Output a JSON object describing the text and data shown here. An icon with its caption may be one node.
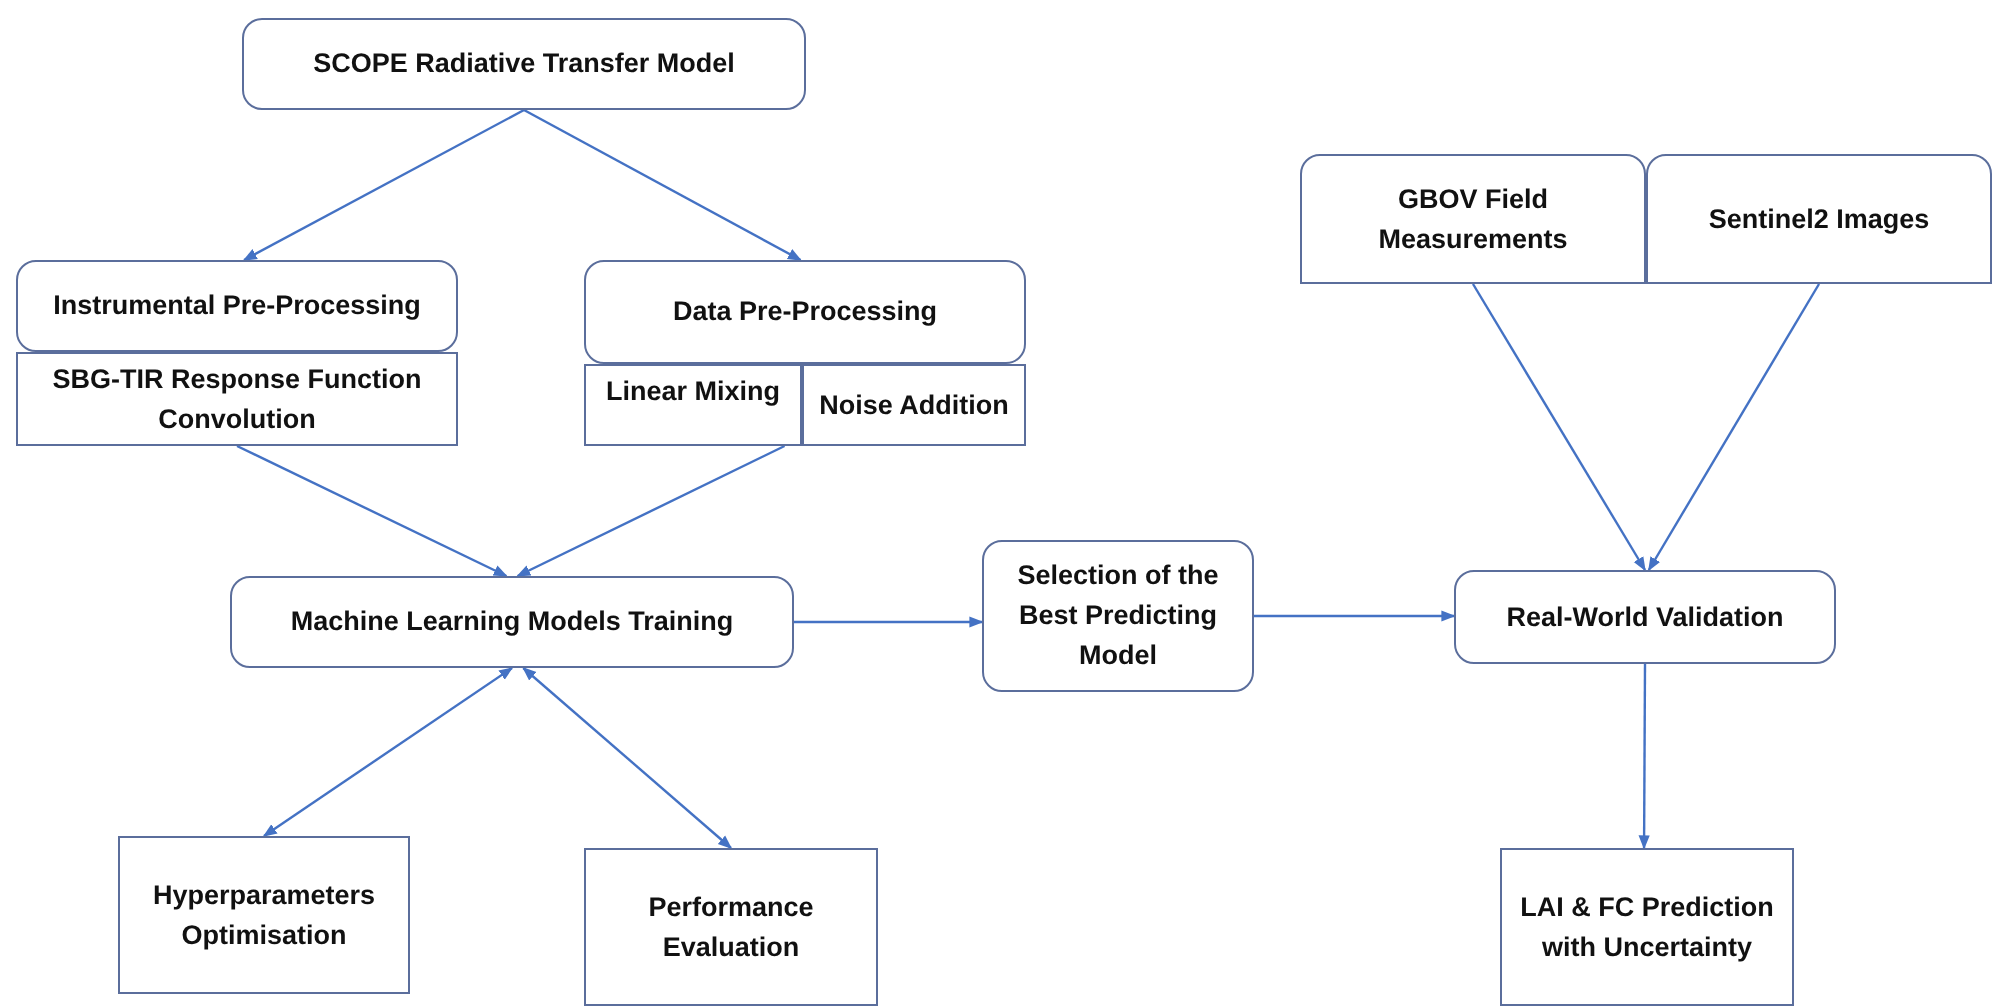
{
  "diagram": {
    "nodes": [
      {
        "text": [
          "SCOPE Radiative Transfer Model"
        ]
      },
      {
        "text": [
          "Instrumental Pre-Processing"
        ]
      },
      {
        "text": [
          "SBG-TIR Response Function Convolution"
        ]
      },
      {
        "text": [
          "Data Pre-Processing"
        ]
      },
      {
        "text": [
          "Linear Mixing"
        ]
      },
      {
        "text": [
          "Noise Addition"
        ]
      },
      {
        "text": [
          "Machine Learning Models Training"
        ]
      },
      {
        "text": [
          "Selection of the Best Predicting Model"
        ]
      },
      {
        "text": [
          "Real-World Validation"
        ]
      },
      {
        "text": [
          "GBOV Field Measurements"
        ]
      },
      {
        "text": [
          "Sentinel2 Images"
        ]
      },
      {
        "text": [
          "Hyperparameters Optimisation"
        ]
      },
      {
        "text": [
          "Performance Evaluation"
        ]
      },
      {
        "text": [
          "LAI & FC Prediction with Uncertainty"
        ]
      }
    ],
    "edges": [
      {
        "from": 0,
        "to": 1,
        "arrow": "to"
      },
      {
        "from": 0,
        "to": 3,
        "arrow": "to"
      },
      {
        "from": 2,
        "to": 6,
        "arrow": "to"
      },
      {
        "from": 4,
        "to": 6,
        "arrow": "to"
      },
      {
        "from": 6,
        "to": 7,
        "arrow": "to"
      },
      {
        "from": 7,
        "to": 8,
        "arrow": "to"
      },
      {
        "from": 9,
        "to": 8,
        "arrow": "to"
      },
      {
        "from": 10,
        "to": 8,
        "arrow": "to"
      },
      {
        "from": 6,
        "to": 11,
        "arrow": "both"
      },
      {
        "from": 6,
        "to": 12,
        "arrow": "both"
      },
      {
        "from": 8,
        "to": 13,
        "arrow": "to"
      }
    ]
  }
}
